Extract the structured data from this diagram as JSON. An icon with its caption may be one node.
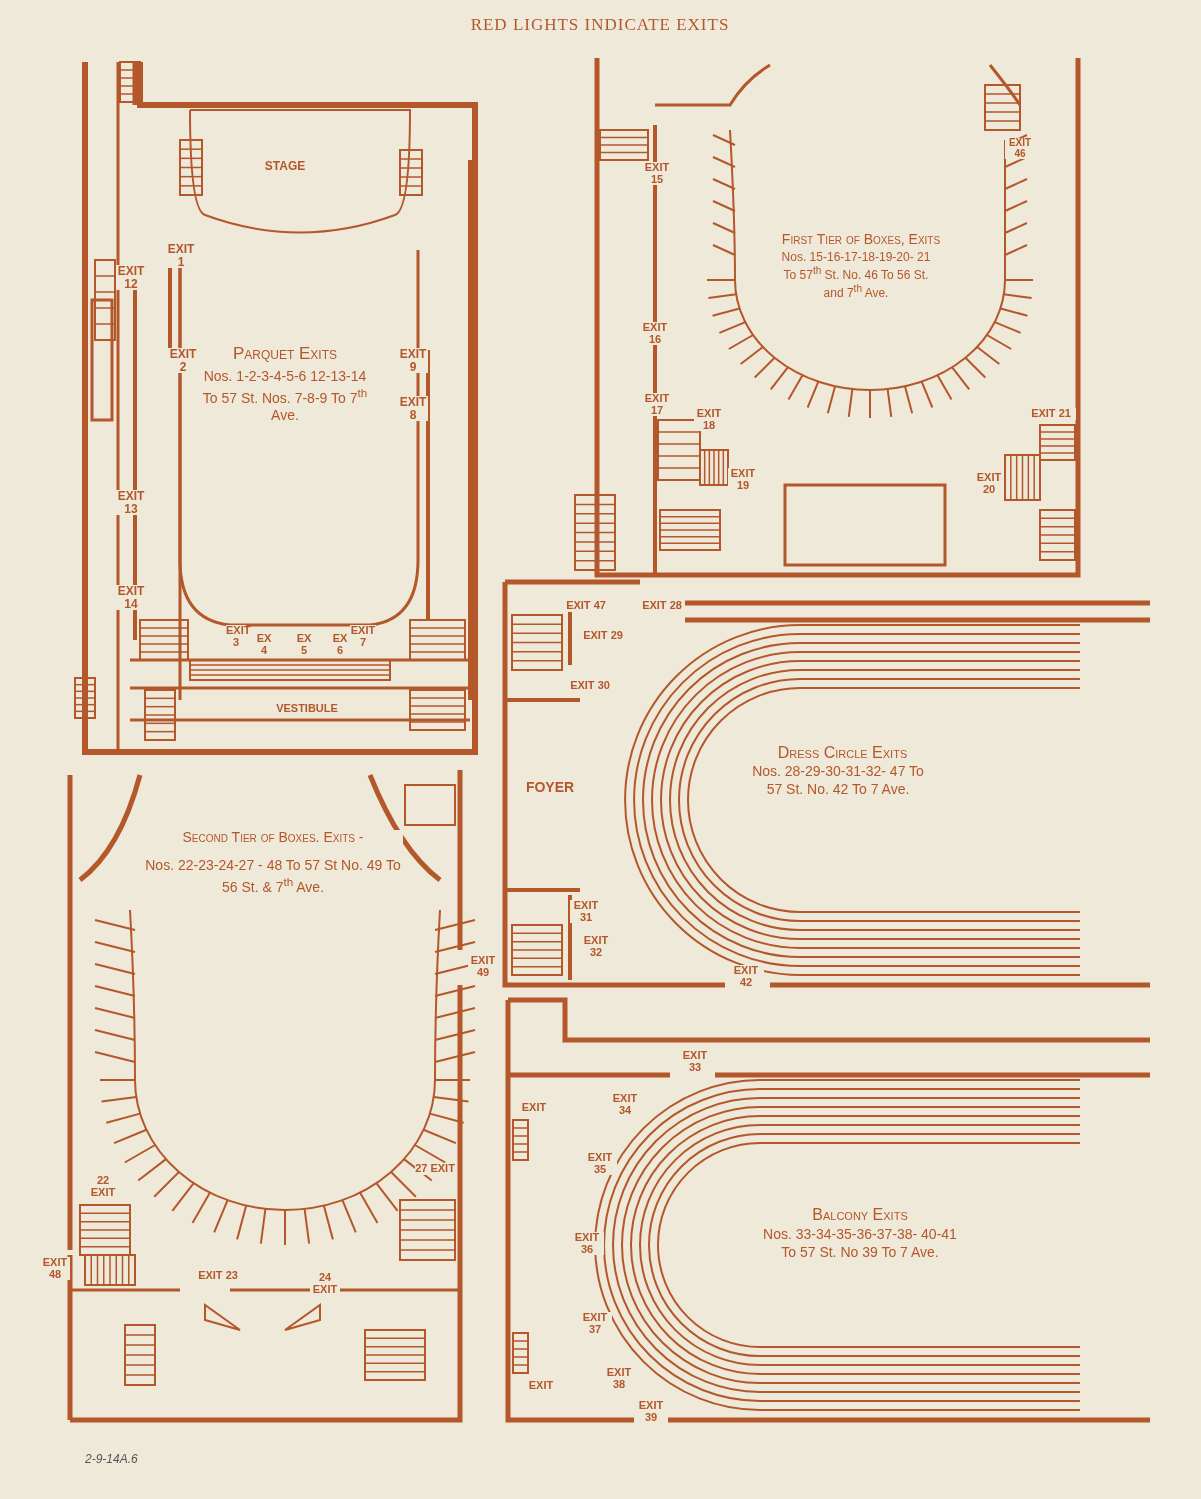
{
  "diagram": {
    "title": "RED LIGHTS INDICATE EXITS",
    "labels": [
      "STAGE",
      "EXIT 1",
      "EXIT 12",
      "EXIT 2",
      "Parquet Exits",
      "Nos. 1-2-3-4-5-6 12-13-14 To 57 St. Nos. 7-8-9 To 7$^{th}$ Ave.",
      "EXIT 9",
      "EXIT 8",
      "EXIT 13",
      "EXIT 14",
      "EXIT 3",
      "EX 4",
      "EX 5",
      "EX 6",
      "EXIT 7",
      "VESTIBULE",
      "EXIT 15",
      "EXIT 16",
      "EXIT 17",
      "EXIT 18",
      "EXIT 19",
      "First Tier of Boxes, Exits",
      "Nos. 15-16-17-18-19-20- 21 To 57$^{th}$ St. No. 46 To 56 St. and 7$^{th}$ Ave.",
      "EXIT 46",
      "EXIT 21",
      "EXIT 20",
      "EXIT 47",
      "EXIT 28",
      "EXIT 29",
      "EXIT 30",
      "FOYER",
      "Dress Circle Exits",
      "Nos. 28-29-30-31-32- 47 To 57 St. No. 42 To 7 Ave.",
      "EXIT 31",
      "EXIT 32",
      "EXIT 42",
      "Second Tier of Boxes. Exits -",
      "Nos. 22-23-24-27 - 48 To 57 St No. 49 To 56 St. & 7$^{th}$ Ave.",
      "EXIT 49",
      "22 EXIT",
      "27 EXIT",
      "EXIT 48",
      "EXIT 23",
      "24 EXIT",
      "EXIT 33",
      "EXIT",
      "EXIT 34",
      "EXIT 35",
      "EXIT 36",
      "EXIT 37",
      "EXIT 38",
      "EXIT 39",
      "EXIT",
      "Balcony Exits",
      "Nos. 33-34-35-36-37-38- 40-41 To 57 St. No 39 To 7 Ave.",
      "2-9-14A.6"
    ]
  }
}
